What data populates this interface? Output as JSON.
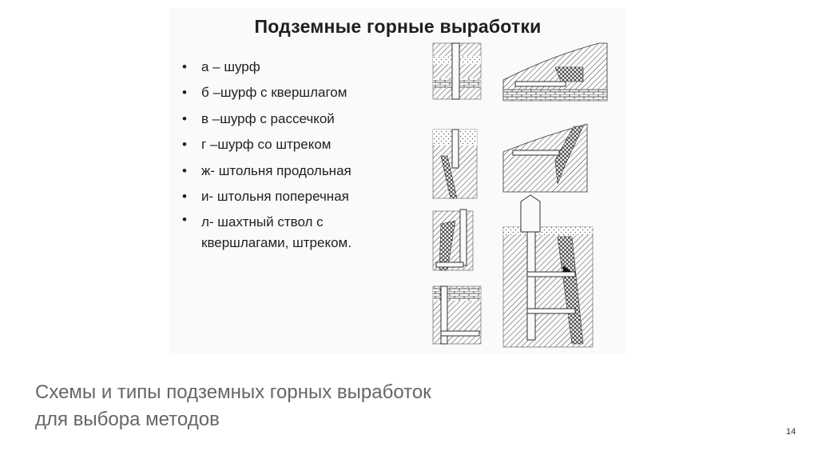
{
  "figure": {
    "title": "Подземные горные выработки",
    "items": [
      "а – шурф",
      "б –шурф с квершлагом",
      "в –шурф с рассечкой",
      "г –шурф со штреком",
      "ж- штольня продольная",
      "и- штольня поперечная",
      "л- шахтный ствол с квершлагами, штреком."
    ],
    "bullet": "•"
  },
  "caption": {
    "line1": "Схемы и типы подземных горных выработок",
    "line2": "для выбора методов"
  },
  "page_number": "14"
}
